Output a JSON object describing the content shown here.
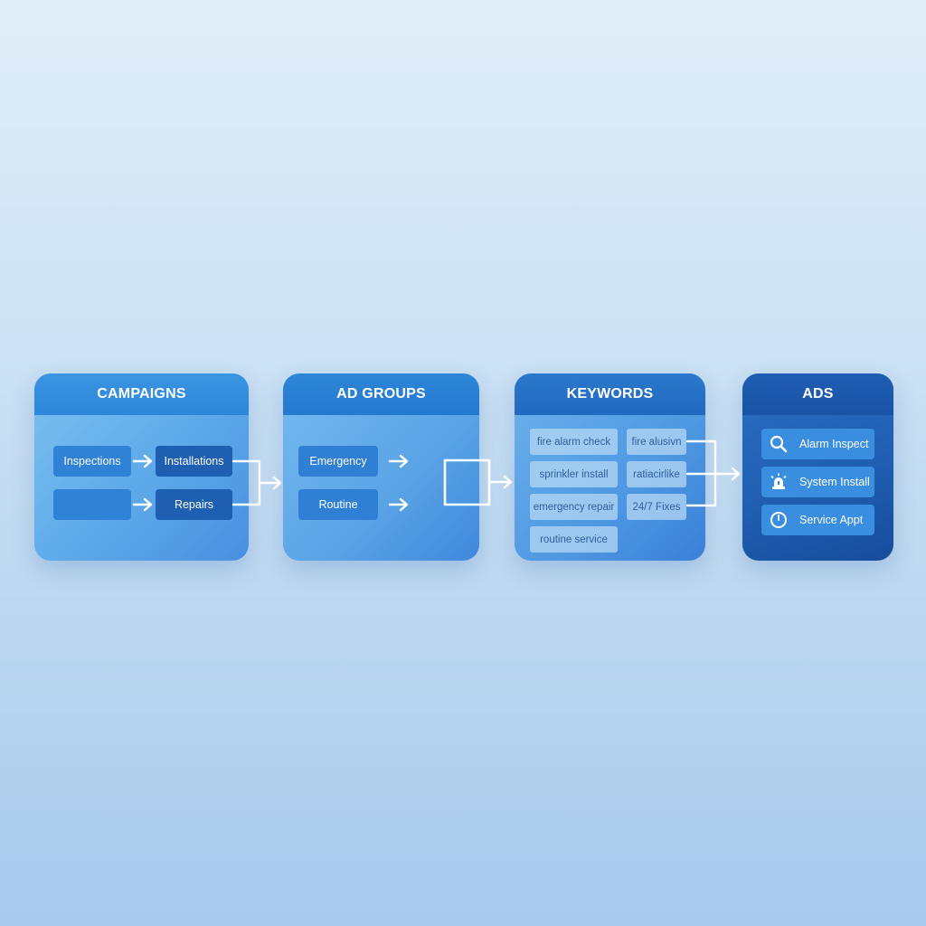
{
  "campaigns": {
    "title": "CAMPAIGNS",
    "inspections": "Inspections",
    "installations": "Installations",
    "blank": "",
    "repairs": "Repairs"
  },
  "ad_groups": {
    "title": "AD GROUPS",
    "emergency": "Emergency",
    "routine": "Routine"
  },
  "keywords": {
    "title": "KEYWORDS",
    "items": [
      "fire alarm check",
      "fire alusivn",
      "sprinkler install",
      "ratiacirlike",
      "emergency repair",
      "24/7 Fixes",
      "routine service"
    ]
  },
  "ads": {
    "title": "ADS",
    "items": [
      {
        "label": "Alarm Inspect",
        "icon": "search-icon"
      },
      {
        "label": "System Install",
        "icon": "siren-icon"
      },
      {
        "label": "Service Appt",
        "icon": "clock-icon"
      }
    ]
  },
  "colors": {
    "arrow": "#ffffff",
    "background_top": "#e1eef9",
    "background_bottom": "#a8caec"
  }
}
